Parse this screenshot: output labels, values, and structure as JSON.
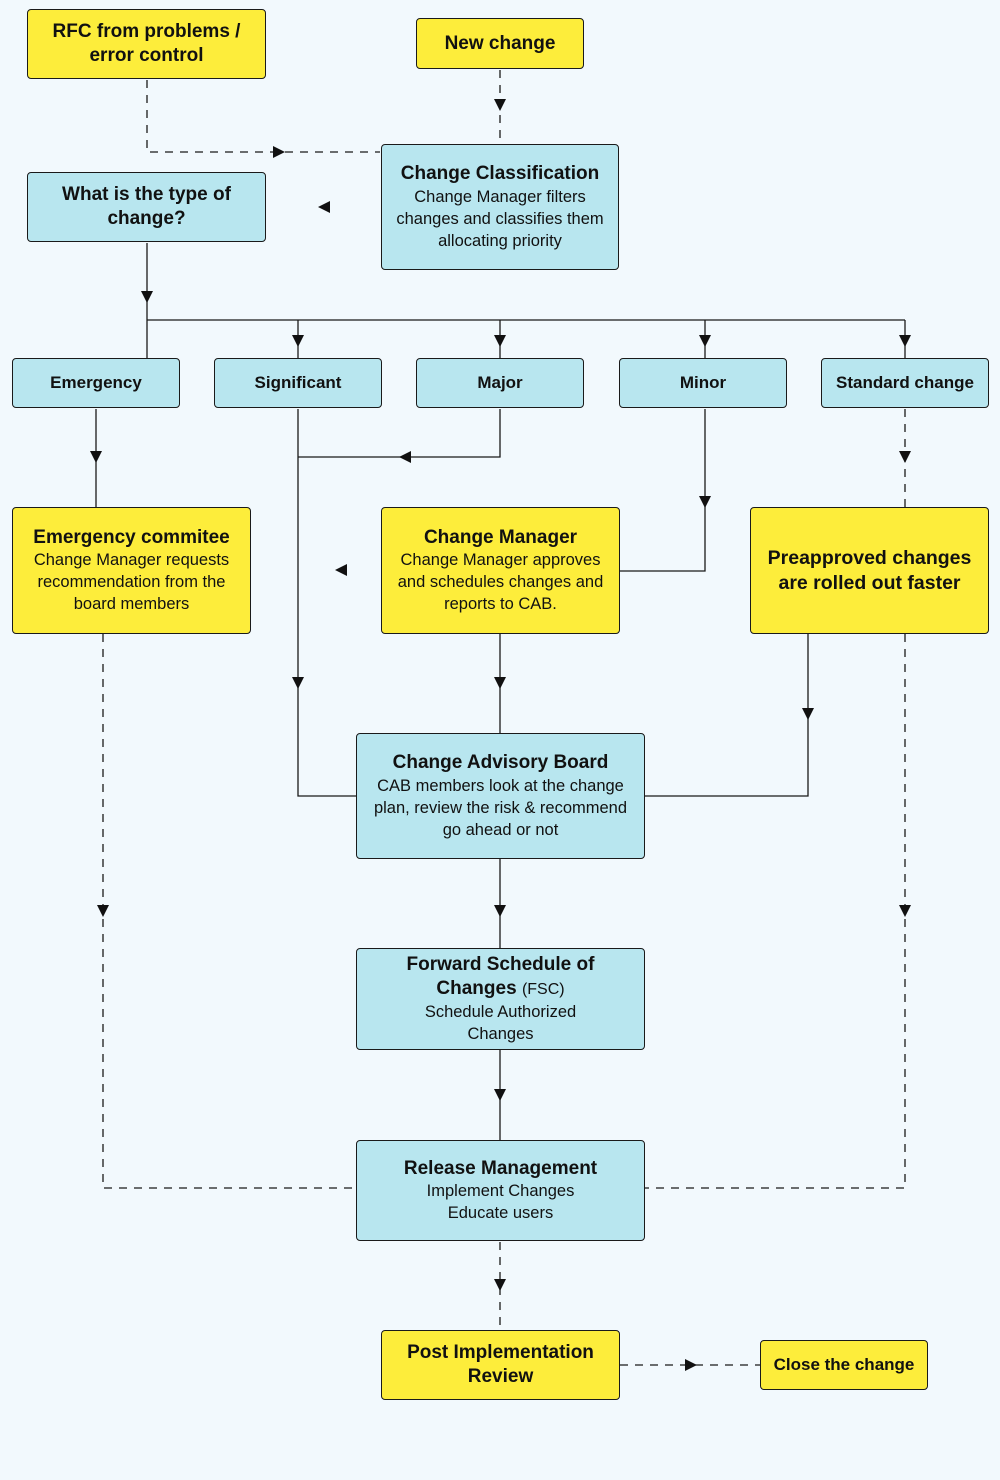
{
  "nodes": {
    "rfc": {
      "title": "RFC from problems / error control"
    },
    "new_change": {
      "title": "New change"
    },
    "classification": {
      "title": "Change Classification",
      "desc": "Change Manager filters changes and classifies them allocating priority"
    },
    "type_question": {
      "title": "What is the type of change?"
    },
    "types": {
      "emergency": "Emergency",
      "significant": "Significant",
      "major": "Major",
      "minor": "Minor",
      "standard": "Standard change"
    },
    "emergency_committee": {
      "title": "Emergency commitee",
      "desc": "Change Manager requests recommendation from the board members"
    },
    "change_manager": {
      "title": "Change Manager",
      "desc": "Change Manager approves and schedules changes and reports to CAB."
    },
    "preapproved": {
      "title": "Preapproved changes are rolled out faster"
    },
    "cab": {
      "title": "Change Advisory Board",
      "desc": "CAB members look at the change plan, review the risk & recommend go ahead or not"
    },
    "fsc": {
      "title": "Forward Schedule of Changes",
      "title_suffix": "(FSC)",
      "desc": "Schedule Authorized Changes"
    },
    "release": {
      "title": "Release Management",
      "desc_line1": "Implement Changes",
      "desc_line2": "Educate users"
    },
    "pir": {
      "title": "Post Implementation Review"
    },
    "close": {
      "title": "Close the change"
    }
  },
  "colors": {
    "process_yellow": "#fded3b",
    "step_blue": "#b8e6ef",
    "background": "#f2f9fd",
    "line": "#1a1a1a"
  }
}
